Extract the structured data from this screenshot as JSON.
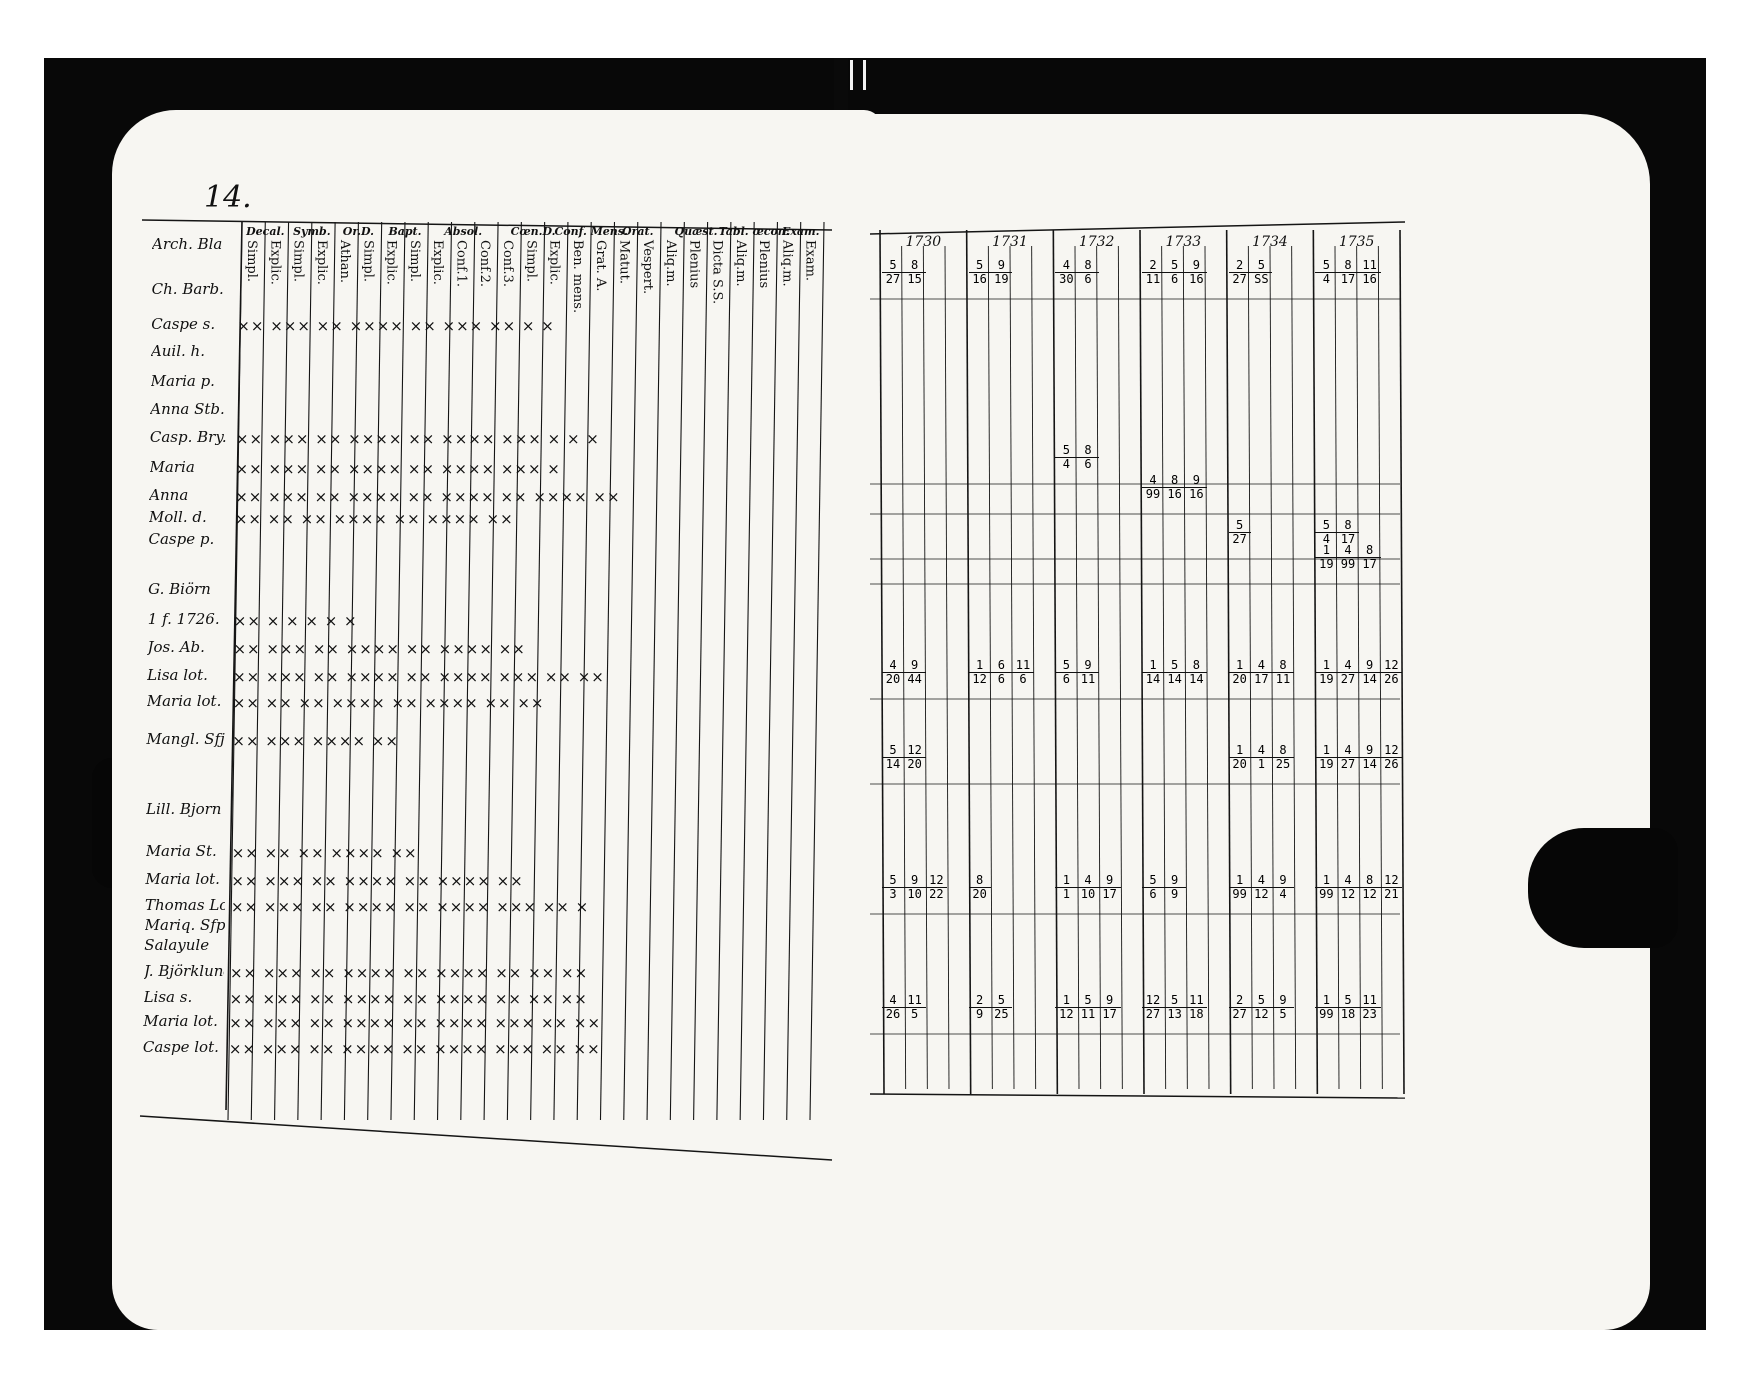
{
  "left_page": {
    "page_number": "14.",
    "column_groups": [
      {
        "label": "Decal.",
        "subcolumns": [
          "Simpl.",
          "Explic."
        ]
      },
      {
        "label": "Symb.",
        "subcolumns": [
          "Simpl.",
          "Explic."
        ]
      },
      {
        "label": "Or.D.",
        "subcolumns": [
          "Athan.",
          "Simpl."
        ]
      },
      {
        "label": "Bapt.",
        "subcolumns": [
          "Explic.",
          "Simpl."
        ]
      },
      {
        "label": "Absol.",
        "subcolumns": [
          "Explic.",
          "Conf.1.",
          "Conf.2."
        ]
      },
      {
        "label": "Cœn.D.",
        "subcolumns": [
          "Conf.3.",
          "Simpl.",
          "Explic."
        ]
      },
      {
        "label": "Conf. Mens.",
        "subcolumns": [
          "Ben. mens.",
          "Grat. A."
        ]
      },
      {
        "label": "Orat.",
        "subcolumns": [
          "Matut.",
          "Vespert."
        ]
      },
      {
        "label": "Quæst.",
        "subcolumns": [
          "Aliq.m.",
          "Plenius",
          "Dicta S.S."
        ]
      },
      {
        "label": "Tabl. œcon.",
        "subcolumns": [
          "Aliq.m.",
          "Plenius"
        ]
      },
      {
        "label": "Exam.",
        "subcolumns": [
          "Aliq.m.",
          "Exam."
        ]
      }
    ],
    "rows": [
      {
        "name": "Arch. Bla",
        "marks": ""
      },
      {
        "name": "Ch. Barb.",
        "marks": ""
      },
      {
        "name": "Caspe s.",
        "marks": "×× ××× ×× ×××× ×× ××× ×× × ×"
      },
      {
        "name": "Auil. h.",
        "marks": ""
      },
      {
        "name": "Maria p.",
        "marks": ""
      },
      {
        "name": "Anna Stb.",
        "marks": ""
      },
      {
        "name": "Casp. Bry.",
        "marks": "×× ××× ×× ×××× ×× ×××× ××× × × ×"
      },
      {
        "name": "Maria",
        "marks": "×× ××× ×× ×××× ×× ×××× ××× ×"
      },
      {
        "name": "Anna",
        "marks": "×× ××× ×× ×××× ×× ×××× ×× ×××× ××"
      },
      {
        "name": "Moll. d.",
        "marks": "×× ××  ××  ×××× ×× ×××× ××"
      },
      {
        "name": "Caspe p.",
        "marks": ""
      },
      {
        "name": "G. Biörn",
        "marks": ""
      },
      {
        "name": "1 f. 1726.",
        "marks": "×× ×  × ×  × ×"
      },
      {
        "name": "Jos. Ab.",
        "marks": "×× ××× ×× ×××× ×× ×××× ××"
      },
      {
        "name": "Lisa lot.",
        "marks": "×× ××× ×× ×××× ×× ×××× ××× ×× ××"
      },
      {
        "name": "Maria lot.",
        "marks": "×× ××  ××  ×××× ×× ×××× ×× ××"
      },
      {
        "name": "Mangl. Sfj.",
        "marks": "××  ××× ×××× ××"
      },
      {
        "name": "Lill. Bjorn",
        "marks": ""
      },
      {
        "name": "Maria St.",
        "marks": "×× ×× ×× ×××× ××"
      },
      {
        "name": "Maria lot.",
        "marks": "×× ××× ×× ×××× ×× ×××× ××"
      },
      {
        "name": "Thomas Lo.",
        "marks": "×× ××× ×× ×××× ×× ×××× ××× ×× ×"
      },
      {
        "name": "Mariq. Sfp.",
        "marks": ""
      },
      {
        "name": "Salayule",
        "marks": ""
      },
      {
        "name": "J. Björklund",
        "marks": "×× ××× ×× ×××× ×× ×××× ×× ×× ××"
      },
      {
        "name": "Lisa s.",
        "marks": "×× ××× ×× ×××× ×× ×××× ×× ×× ××"
      },
      {
        "name": "Maria lot.",
        "marks": "×× ××× ×× ×××× ×× ×××× ××× ×× ××"
      },
      {
        "name": "Caspe lot.",
        "marks": "×× ××× ×× ×××× ×× ×××× ××× ×× ××"
      }
    ]
  },
  "right_page": {
    "years": [
      "1730",
      "1731",
      "1732",
      "1733",
      "1734",
      "1735"
    ],
    "entries": [
      {
        "row": 1,
        "year": "1731",
        "fractions": [
          [
            "5",
            "16"
          ],
          [
            "9",
            "19"
          ]
        ]
      },
      {
        "row": 1,
        "year": "1732",
        "fractions": [
          [
            "4",
            "30"
          ],
          [
            "8",
            "6"
          ]
        ]
      },
      {
        "row": 1,
        "year": "1733",
        "fractions": [
          [
            "2",
            "11"
          ],
          [
            "5",
            "6"
          ],
          [
            "9",
            "16"
          ]
        ]
      },
      {
        "row": 1,
        "year": "1734",
        "fractions": [
          [
            "2",
            "27"
          ],
          [
            "5",
            "SS"
          ]
        ]
      },
      {
        "row": 1,
        "year": "1735",
        "fractions": [
          [
            "5",
            "4"
          ],
          [
            "8",
            "17"
          ],
          [
            "11",
            "16"
          ]
        ]
      },
      {
        "row": 1,
        "year": "1730",
        "fractions": [
          [
            "5",
            "27"
          ],
          [
            "8",
            "15"
          ]
        ]
      },
      {
        "row": 2,
        "year": "1732",
        "fractions": [
          [
            "5",
            "4"
          ],
          [
            "8",
            "6"
          ]
        ]
      },
      {
        "row": 3,
        "year": "1733",
        "fractions": [
          [
            "4",
            "99"
          ],
          [
            "8",
            "16"
          ],
          [
            "9",
            "16"
          ]
        ]
      },
      {
        "row": 4,
        "year": "1734",
        "fractions": [
          [
            "5",
            "27"
          ]
        ]
      },
      {
        "row": 4,
        "year": "1735",
        "fractions": [
          [
            "5",
            "4"
          ],
          [
            "8",
            "17"
          ]
        ]
      },
      {
        "row": 5,
        "year": "1735",
        "fractions": [
          [
            "1",
            "19"
          ],
          [
            "4",
            "99"
          ],
          [
            "8",
            "17"
          ]
        ]
      },
      {
        "row": 6,
        "year": "1730",
        "fractions": [
          [
            "4",
            "20"
          ],
          [
            "9",
            "44"
          ]
        ]
      },
      {
        "row": 6,
        "year": "1731",
        "fractions": [
          [
            "1",
            "12"
          ],
          [
            "6",
            "6"
          ],
          [
            "11",
            "6"
          ]
        ]
      },
      {
        "row": 6,
        "year": "1732",
        "fractions": [
          [
            "5",
            "6"
          ],
          [
            "9",
            "11"
          ]
        ]
      },
      {
        "row": 6,
        "year": "1733",
        "fractions": [
          [
            "1",
            "14"
          ],
          [
            "5",
            "14"
          ],
          [
            "8",
            "14"
          ]
        ]
      },
      {
        "row": 6,
        "year": "1734",
        "fractions": [
          [
            "1",
            "20"
          ],
          [
            "4",
            "17"
          ],
          [
            "8",
            "11"
          ]
        ]
      },
      {
        "row": 6,
        "year": "1735",
        "fractions": [
          [
            "1",
            "19"
          ],
          [
            "4",
            "27"
          ],
          [
            "9",
            "14"
          ],
          [
            "12",
            "26"
          ]
        ]
      },
      {
        "row": 7,
        "year": "1730",
        "fractions": [
          [
            "5",
            "14"
          ],
          [
            "12",
            "20"
          ]
        ]
      },
      {
        "row": 7,
        "year": "1734",
        "fractions": [
          [
            "1",
            "20"
          ],
          [
            "4",
            "1"
          ],
          [
            "8",
            "25"
          ]
        ]
      },
      {
        "row": 7,
        "year": "1735",
        "fractions": [
          [
            "1",
            "19"
          ],
          [
            "4",
            "27"
          ],
          [
            "9",
            "14"
          ],
          [
            "12",
            "26"
          ]
        ]
      },
      {
        "row": 8,
        "year": "1730",
        "fractions": [
          [
            "5",
            "3"
          ],
          [
            "9",
            "10"
          ],
          [
            "12",
            "22"
          ]
        ]
      },
      {
        "row": 8,
        "year": "1731",
        "fractions": [
          [
            "8",
            "20"
          ]
        ]
      },
      {
        "row": 8,
        "year": "1732",
        "fractions": [
          [
            "1",
            "1"
          ],
          [
            "4",
            "10"
          ],
          [
            "9",
            "17"
          ]
        ]
      },
      {
        "row": 8,
        "year": "1733",
        "fractions": [
          [
            "5",
            "6"
          ],
          [
            "9",
            "9"
          ]
        ]
      },
      {
        "row": 8,
        "year": "1734",
        "fractions": [
          [
            "1",
            "99"
          ],
          [
            "4",
            "12"
          ],
          [
            "9",
            "4"
          ]
        ]
      },
      {
        "row": 8,
        "year": "1735",
        "fractions": [
          [
            "1",
            "99"
          ],
          [
            "4",
            "12"
          ],
          [
            "8",
            "12"
          ],
          [
            "12",
            "21"
          ]
        ]
      },
      {
        "row": 9,
        "year": "1730",
        "fractions": [
          [
            "4",
            "26"
          ],
          [
            "11",
            "5"
          ]
        ]
      },
      {
        "row": 9,
        "year": "1731",
        "fractions": [
          [
            "2",
            "9"
          ],
          [
            "5",
            "25"
          ]
        ]
      },
      {
        "row": 9,
        "year": "1732",
        "fractions": [
          [
            "1",
            "12"
          ],
          [
            "5",
            "11"
          ],
          [
            "9",
            "17"
          ]
        ]
      },
      {
        "row": 9,
        "year": "1733",
        "fractions": [
          [
            "12",
            "27"
          ],
          [
            "5",
            "13"
          ],
          [
            "11",
            "18"
          ]
        ]
      },
      {
        "row": 9,
        "year": "1734",
        "fractions": [
          [
            "2",
            "27"
          ],
          [
            "5",
            "12"
          ],
          [
            "9",
            "5"
          ]
        ]
      },
      {
        "row": 9,
        "year": "1735",
        "fractions": [
          [
            "1",
            "99"
          ],
          [
            "5",
            "18"
          ],
          [
            "11",
            "23"
          ]
        ]
      }
    ]
  }
}
